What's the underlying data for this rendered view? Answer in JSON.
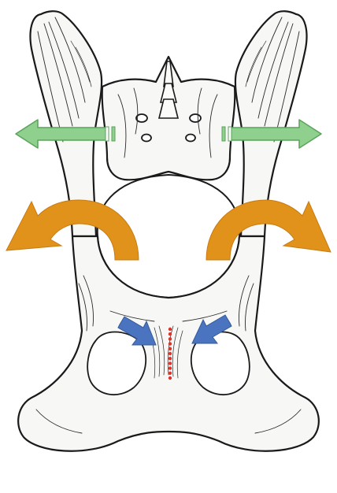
{
  "colors": {
    "background": "#ffffff",
    "bone_fill": "#f7f7f5",
    "bone_outline": "#1a1a1a",
    "distraction_arrow": "#8fd08f",
    "distraction_arrow_outline": "#5aa35a",
    "rotation_arrow": "#e0921a",
    "compression_arrow": "#4a74bf",
    "symphysis_line": "#e0312a"
  },
  "arrows": {
    "sacroiliac_left": {
      "icon": "double-headed-left-arrow",
      "direction": "left"
    },
    "sacroiliac_right": {
      "icon": "double-headed-right-arrow",
      "direction": "right"
    },
    "rotation_left": {
      "icon": "curved-arrow-counterclockwise",
      "direction": "outward-left"
    },
    "rotation_right": {
      "icon": "curved-arrow-clockwise",
      "direction": "outward-right"
    },
    "compression_left": {
      "icon": "diagonal-arrow",
      "direction": "down-right"
    },
    "compression_right": {
      "icon": "diagonal-arrow",
      "direction": "down-left"
    }
  },
  "symphysis": {
    "style": "dotted",
    "dot_count": 11
  }
}
